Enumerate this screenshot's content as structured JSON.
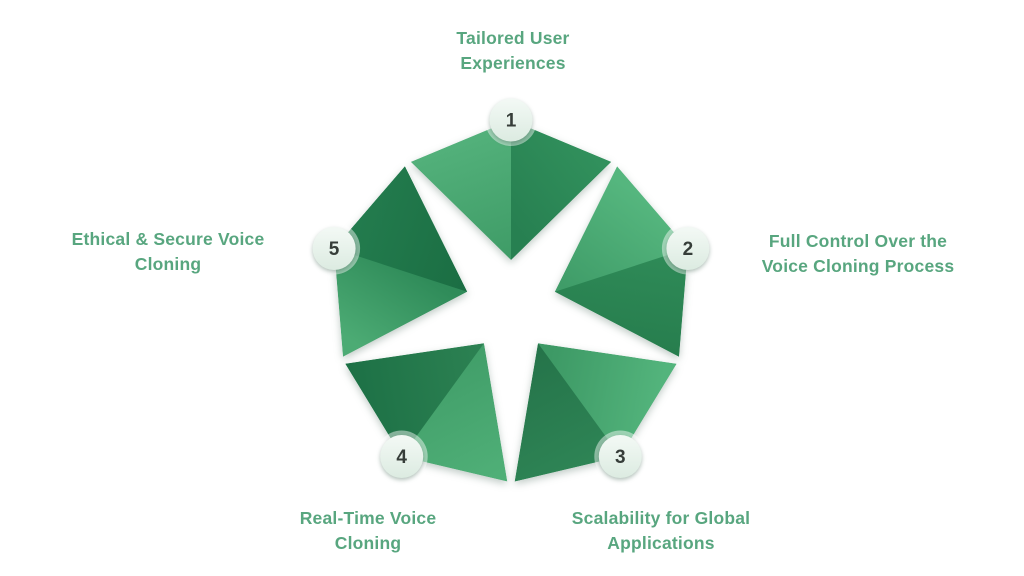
{
  "background": "#ffffff",
  "palette": {
    "label_text": "#58a67f",
    "badge_fill_top": "#f3f9f5",
    "badge_fill_bottom": "#dcebe1",
    "badge_halo": "rgba(255,255,255,0.45)",
    "badge_number": "#363d39"
  },
  "diagram": {
    "type": "pentagon-cycle-infographic",
    "segment_count": "5"
  },
  "segments": [
    {
      "number": "1",
      "label": "Tailored User Experiences",
      "lines": [
        "Tailored User",
        "Experiences"
      ],
      "light_from": "#52b07a",
      "light_to": "#3f9c67",
      "dark_from": "#278051",
      "dark_to": "#31905c"
    },
    {
      "number": "2",
      "label": "Full Control Over the Voice Cloning Process",
      "lines": [
        "Full Control Over the",
        "Voice Cloning Process"
      ],
      "light_from": "#55b67e",
      "light_to": "#3f9c68",
      "dark_from": "#2f8b58",
      "dark_to": "#277e4e"
    },
    {
      "number": "3",
      "label": "Scalability for Global Applications",
      "lines": [
        "Scalability for Global",
        "Applications"
      ],
      "light_from": "#53b47c",
      "light_to": "#3d9965",
      "dark_from": "#25744a",
      "dark_to": "#2e8455"
    },
    {
      "number": "4",
      "label": "Real-Time Voice Cloning",
      "lines": [
        "Real-Time Voice",
        "Cloning"
      ],
      "light_from": "#419e69",
      "light_to": "#4faf77",
      "dark_from": "#2c8152",
      "dark_to": "#1d7146"
    },
    {
      "number": "5",
      "label": "Ethical & Secure Voice Cloning",
      "lines": [
        "Ethical & Secure Voice",
        "Cloning"
      ],
      "light_from": "#2f8b59",
      "light_to": "#4cab74",
      "dark_from": "#237c4e",
      "dark_to": "#1b6e43"
    }
  ]
}
